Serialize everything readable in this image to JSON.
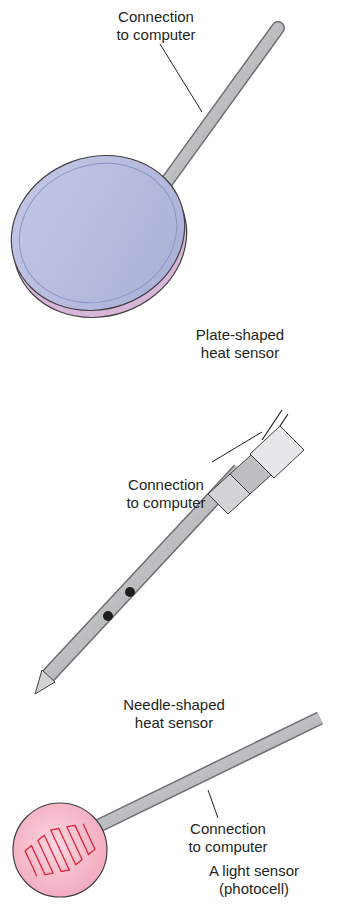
{
  "diagram": {
    "labels": [
      "Connection to computer",
      "Plate-shaped heat sensor",
      "Connection to computer",
      "Needle-shaped heat sensor",
      "Connection to computer",
      "A light sensor (photocell)"
    ]
  }
}
